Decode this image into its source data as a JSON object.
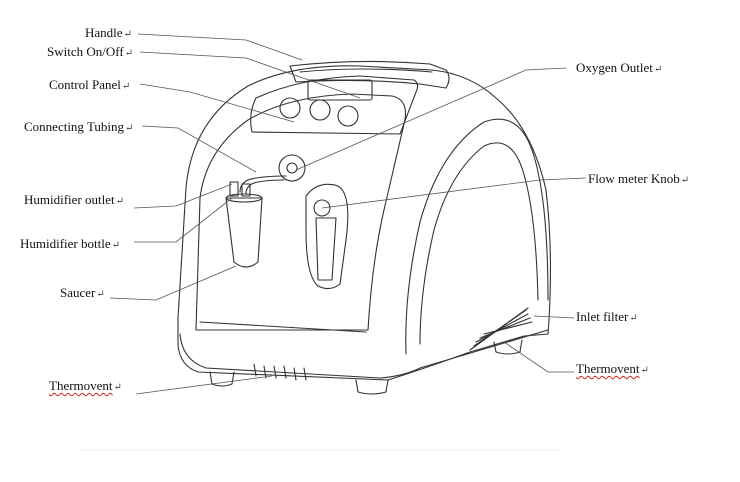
{
  "diagram": {
    "labels": {
      "handle": "Handle",
      "switch": "Switch On/Off",
      "control_panel": "Control Panel",
      "connecting_tubing": "Connecting Tubing",
      "humidifier_outlet": "Humidifier outlet",
      "humidifier_bottle": "Humidifier bottle",
      "saucer": "Saucer",
      "thermovent_left": "Thermovent",
      "oxygen_outlet": "Oxygen Outlet",
      "flow_meter_knob": "Flow meter Knob",
      "inlet_filter": "Inlet filter",
      "thermovent_right": "Thermovent"
    },
    "paragraph_mark": "↵",
    "colors": {
      "line": "#333333",
      "leader": "#555555",
      "spellcheck": "#cc2222"
    }
  }
}
